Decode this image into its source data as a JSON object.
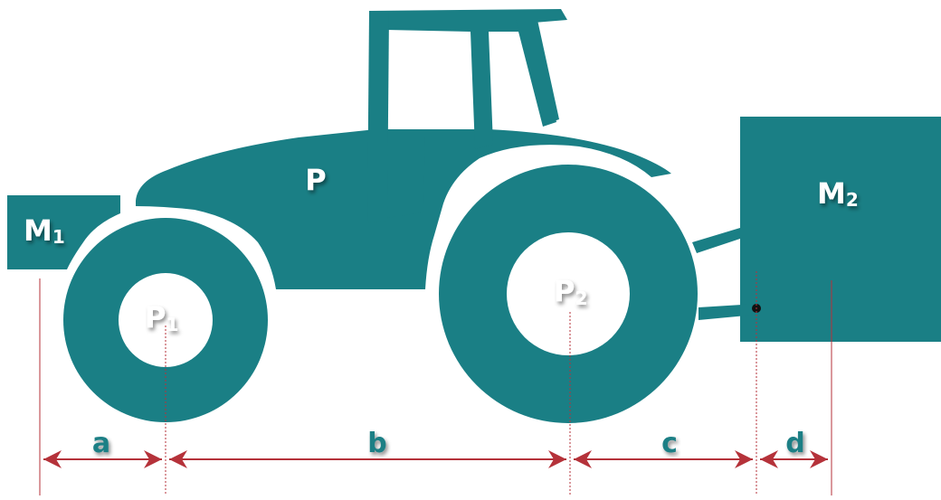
{
  "colors": {
    "tractor": "#1a7f85",
    "dimension_line": "#b5323a",
    "text_white": "#ffffff",
    "point": "#111111"
  },
  "labels": {
    "tractor_weight": "P",
    "front_axle_load_base": "P",
    "front_axle_load_sub": "1",
    "rear_axle_load_base": "P",
    "rear_axle_load_sub": "2",
    "front_ballast_base": "M",
    "front_ballast_sub": "1",
    "rear_implement_base": "M",
    "rear_implement_sub": "2"
  },
  "dimensions": {
    "a": "a",
    "b": "b",
    "c": "c",
    "d": "d"
  }
}
